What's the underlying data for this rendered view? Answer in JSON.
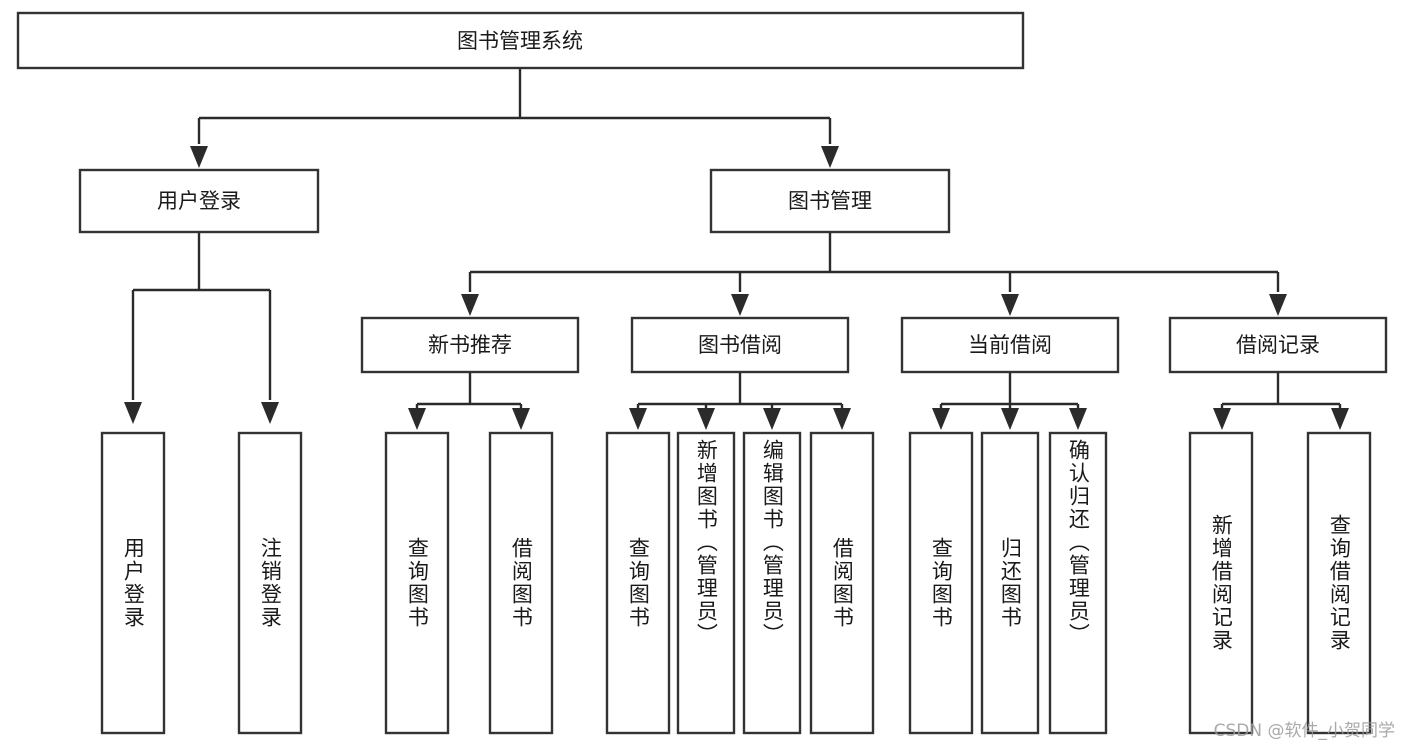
{
  "diagram": {
    "title": "图书管理系统",
    "type": "tree",
    "orientation": "top-down",
    "watermark": "CSDN @软件_小贺同学",
    "colors": {
      "box_stroke": "#333333",
      "box_fill": "#ffffff",
      "connector": "#2b2b2b",
      "text": "#1a1a1a",
      "background": "#ffffff",
      "watermark": "#9b9b9b"
    },
    "root": {
      "id": "root",
      "label": "图书管理系统",
      "orientation": "horizontal"
    },
    "level2": [
      {
        "id": "user-login",
        "label": "用户登录",
        "orientation": "horizontal"
      },
      {
        "id": "book-manage",
        "label": "图书管理",
        "orientation": "horizontal"
      }
    ],
    "level3": [
      {
        "id": "new-book-recommend",
        "label": "新书推荐",
        "parent": "book-manage",
        "orientation": "horizontal"
      },
      {
        "id": "book-borrow",
        "label": "图书借阅",
        "parent": "book-manage",
        "orientation": "horizontal"
      },
      {
        "id": "current-borrow",
        "label": "当前借阅",
        "parent": "book-manage",
        "orientation": "horizontal"
      },
      {
        "id": "borrow-record",
        "label": "借阅记录",
        "parent": "book-manage",
        "orientation": "horizontal"
      }
    ],
    "leaves": [
      {
        "id": "leaf-user-login",
        "label": "用户登录",
        "parent": "user-login",
        "orientation": "vertical"
      },
      {
        "id": "leaf-logout-login",
        "label": "注销登录",
        "parent": "user-login",
        "orientation": "vertical"
      },
      {
        "id": "leaf-query-book-rec",
        "label": "查询图书",
        "parent": "new-book-recommend",
        "orientation": "vertical"
      },
      {
        "id": "leaf-borrow-book-rec",
        "label": "借阅图书",
        "parent": "new-book-recommend",
        "orientation": "vertical"
      },
      {
        "id": "leaf-query-book-borrow",
        "label": "查询图书",
        "parent": "book-borrow",
        "orientation": "vertical"
      },
      {
        "id": "leaf-add-book",
        "label": "新增图书（管理员）",
        "parent": "book-borrow",
        "orientation": "vertical"
      },
      {
        "id": "leaf-edit-book",
        "label": "编辑图书（管理员）",
        "parent": "book-borrow",
        "orientation": "vertical"
      },
      {
        "id": "leaf-borrow-book",
        "label": "借阅图书",
        "parent": "book-borrow",
        "orientation": "vertical"
      },
      {
        "id": "leaf-query-book-current",
        "label": "查询图书",
        "parent": "current-borrow",
        "orientation": "vertical"
      },
      {
        "id": "leaf-return-book",
        "label": "归还图书",
        "parent": "current-borrow",
        "orientation": "vertical"
      },
      {
        "id": "leaf-confirm-return",
        "label": "确认归还（管理员）",
        "parent": "current-borrow",
        "orientation": "vertical"
      },
      {
        "id": "leaf-add-record",
        "label": "新增借阅记录",
        "parent": "borrow-record",
        "orientation": "vertical"
      },
      {
        "id": "leaf-query-record",
        "label": "查询借阅记录",
        "parent": "borrow-record",
        "orientation": "vertical"
      }
    ]
  }
}
